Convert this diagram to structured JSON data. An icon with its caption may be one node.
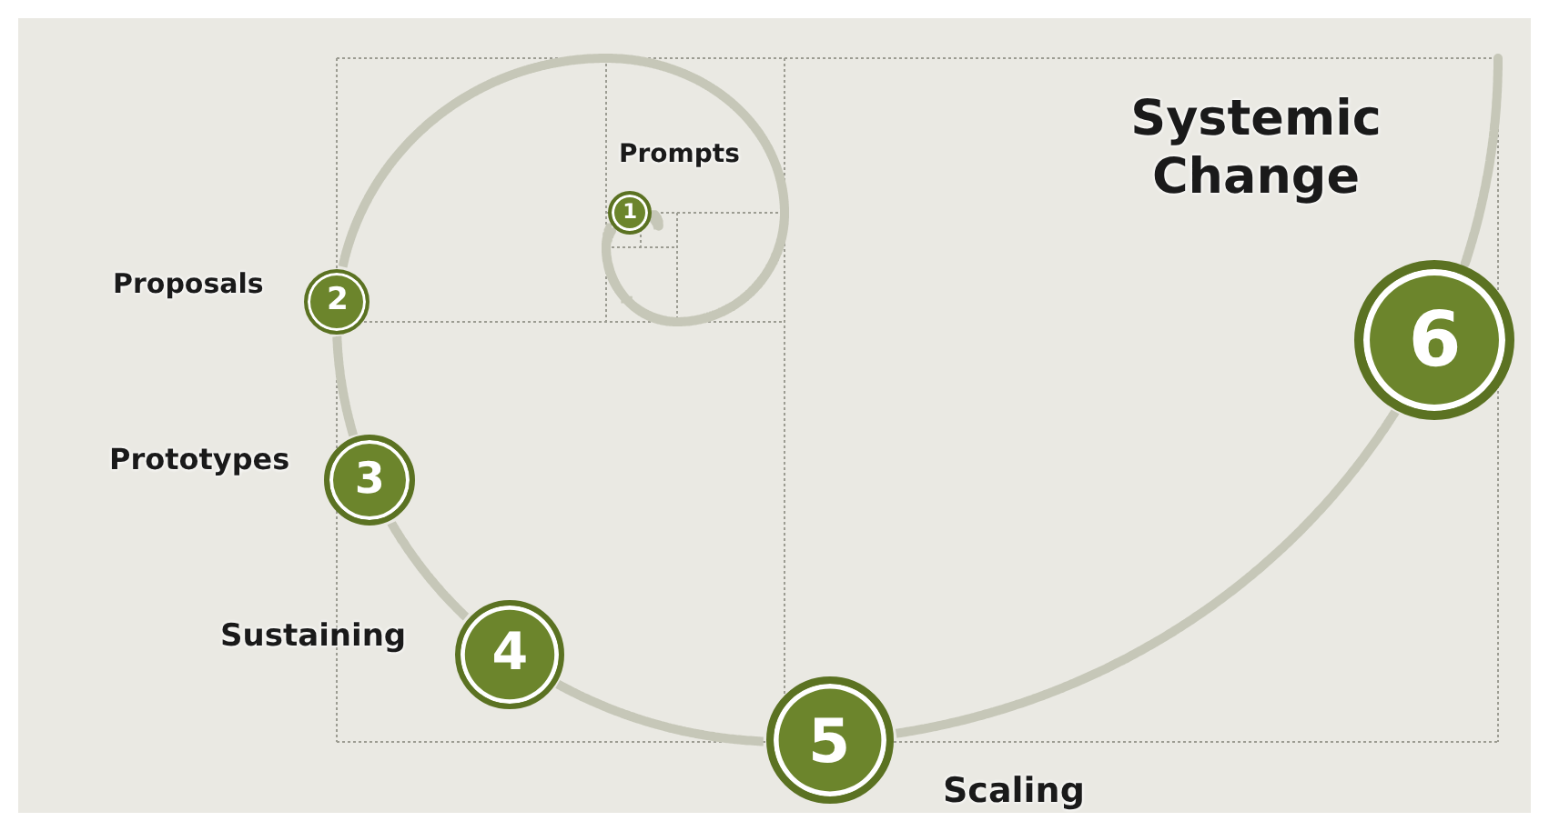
{
  "diagram": {
    "nodes": [
      {
        "text": [
          "1"
        ],
        "beside": [
          "Prompts"
        ]
      },
      {
        "text": [
          "2"
        ],
        "beside": [
          "Proposals"
        ]
      },
      {
        "text": [
          "3"
        ],
        "beside": [
          "Prototypes"
        ]
      },
      {
        "text": [
          "4"
        ],
        "beside": [
          "Sustaining"
        ]
      },
      {
        "text": [
          "5"
        ],
        "beside": [
          "Scaling"
        ]
      },
      {
        "text": [
          "6"
        ],
        "beside": [
          "Systemic Change"
        ]
      }
    ],
    "edges": [
      {
        "from": 0,
        "to": 1,
        "arrow": "none"
      },
      {
        "from": 1,
        "to": 2,
        "arrow": "none"
      },
      {
        "from": 2,
        "to": 3,
        "arrow": "none"
      },
      {
        "from": 3,
        "to": 4,
        "arrow": "none"
      },
      {
        "from": 4,
        "to": 5,
        "arrow": "none"
      }
    ]
  }
}
